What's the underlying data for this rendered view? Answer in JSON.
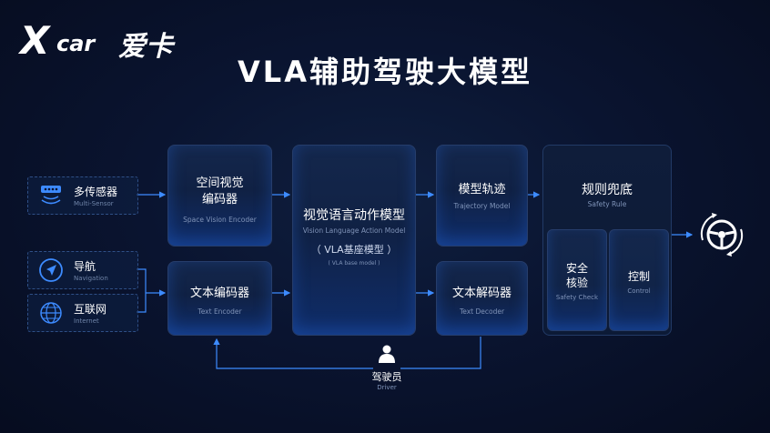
{
  "logo": {
    "x": "X",
    "car": "car",
    "cn": "爱卡"
  },
  "title": "VLA辅助驾驶大模型",
  "inputs": {
    "sensor": {
      "zh": "多传感器",
      "en": "Multi-Sensor"
    },
    "nav": {
      "zh": "导航",
      "en": "Navigation"
    },
    "internet": {
      "zh": "互联网",
      "en": "Internet"
    }
  },
  "encoders": {
    "space": {
      "zh1": "空间视觉",
      "zh2": "编码器",
      "en": "Space Vision Encoder"
    },
    "text": {
      "zh": "文本编码器",
      "en": "Text Encoder"
    }
  },
  "vla": {
    "zh": "视觉语言动作模型",
    "en": "Vision Language Action Model",
    "base_zh": "（ VLA基座模型 ）",
    "base_en": "( VLA base model )"
  },
  "decoders": {
    "traj": {
      "zh": "模型轨迹",
      "en": "Trajectory Model"
    },
    "text": {
      "zh": "文本解码器",
      "en": "Text  Decoder"
    }
  },
  "rules": {
    "zh": "规则兜底",
    "en": "Safety Rule",
    "check": {
      "zh1": "安全",
      "zh2": "核验",
      "en": "Safety Check"
    },
    "control": {
      "zh": "控制",
      "en": "Control"
    }
  },
  "driver": {
    "zh": "驾驶员",
    "en": "Driver"
  },
  "icons": {
    "sensor": "radar-sensor-icon",
    "nav": "navigation-arrow-icon",
    "internet": "globe-icon",
    "driver": "person-icon",
    "wheel": "steering-wheel-icon"
  },
  "colors": {
    "accent": "#3d8bff",
    "background": "#0a1430"
  }
}
